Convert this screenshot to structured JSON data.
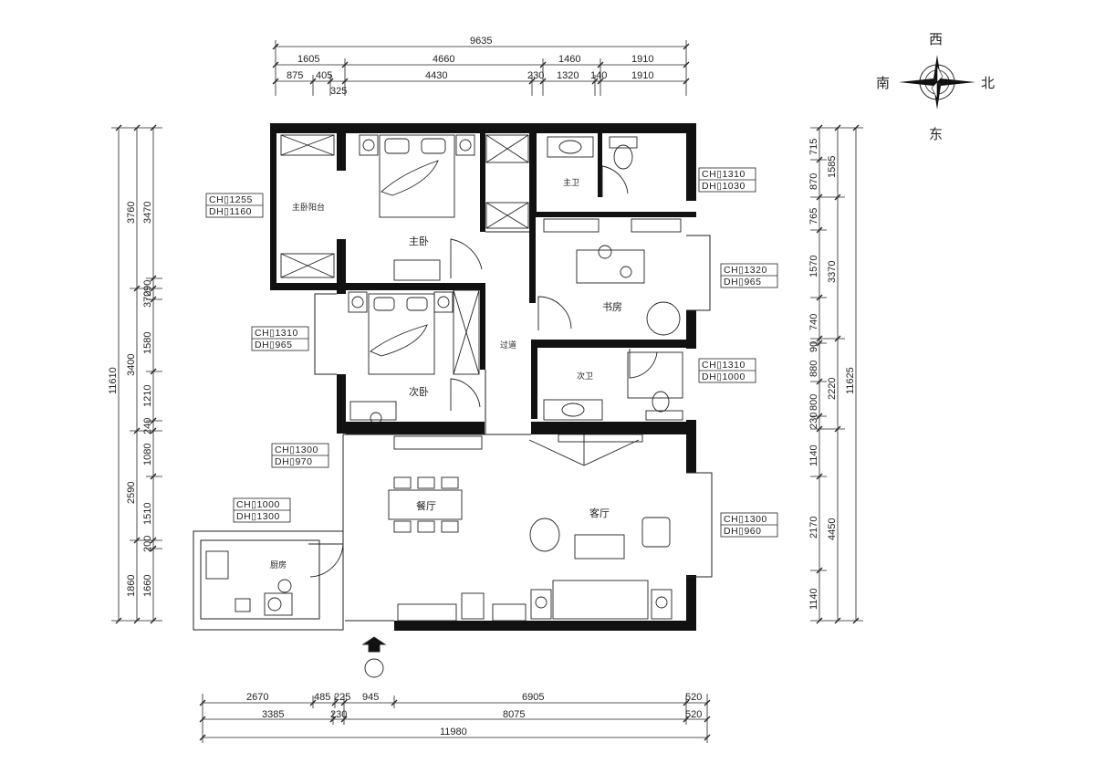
{
  "compass": {
    "top": "西",
    "left": "南",
    "right": "北",
    "bottom": "东"
  },
  "rooms": {
    "master_bedroom": "主卧",
    "master_balcony": "主卧阳台",
    "master_bath": "主卫",
    "study": "书房",
    "corridor": "过道",
    "second_bedroom": "次卧",
    "second_bath": "次卫",
    "dining": "餐厅",
    "living": "客厅",
    "kitchen": "厨房"
  },
  "top_dims": {
    "overall": "9635",
    "row1": [
      "1605",
      "4660",
      "1460",
      "1910"
    ],
    "row2": [
      "875",
      "405",
      "4430",
      "230",
      "1320",
      "140",
      "1910"
    ],
    "row2_sub": "325"
  },
  "bottom_dims": {
    "row1": [
      "2670",
      "485",
      "225",
      "945",
      "6905",
      "520"
    ],
    "row2": [
      "3385",
      "230",
      "8075",
      "520"
    ],
    "overall": "11980"
  },
  "left_dims": {
    "overall": "11610",
    "mid": [
      "3760",
      "3400",
      "2590",
      "1860"
    ],
    "inner": [
      "3470",
      "370",
      "290",
      "1580",
      "1210",
      "240",
      "1080",
      "1510",
      "200",
      "1660"
    ]
  },
  "right_dims": {
    "overall": "11625",
    "mid": [
      "1585",
      "3370",
      "2220",
      "4450"
    ],
    "inner": [
      "715",
      "870",
      "765",
      "1570",
      "740",
      "90",
      "880",
      "800",
      "230",
      "1140",
      "2170",
      "1140"
    ]
  },
  "windows": {
    "balcony": {
      "ch": "CH▯1255",
      "dh": "DH▯1160"
    },
    "second_bedroom": {
      "ch": "CH▯1310",
      "dh": "DH▯965"
    },
    "dining": {
      "ch": "CH▯1300",
      "dh": "DH▯970"
    },
    "kitchen": {
      "ch": "CH▯1000",
      "dh": "DH▯1300"
    },
    "master_bath": {
      "ch": "CH▯1310",
      "dh": "DH▯1030"
    },
    "study": {
      "ch": "CH▯1320",
      "dh": "DH▯965"
    },
    "second_bath": {
      "ch": "CH▯1310",
      "dh": "DH▯1000"
    },
    "living": {
      "ch": "CH▯1300",
      "dh": "DH▯960"
    }
  }
}
